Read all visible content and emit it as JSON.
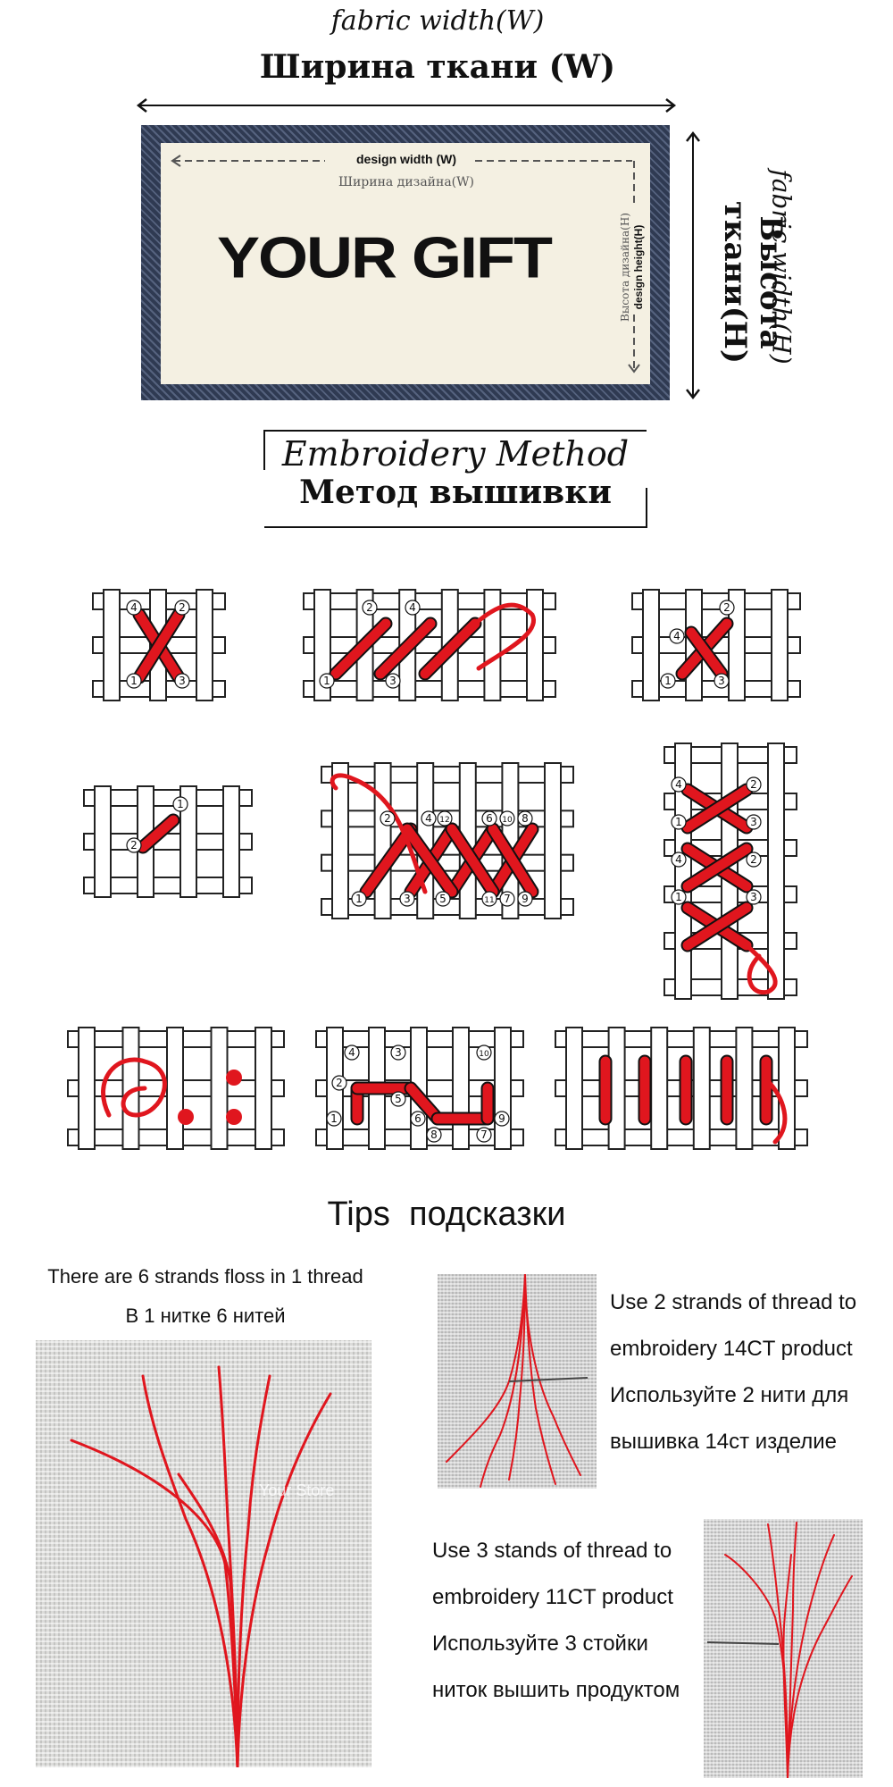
{
  "header": {
    "width_label_en": "fabric width(W)",
    "width_label_ru": "Ширина ткани (W)",
    "height_label_en": "fabric width(H)",
    "height_label_ru": "Высота ткани(H)"
  },
  "gift_card": {
    "design_width_en": "design width (W)",
    "design_width_ru": "Ширина дизайна(W)",
    "design_height_en": "design height(H)",
    "design_height_ru": "Высота дизайна(H)",
    "main_text": "YOUR GIFT"
  },
  "method": {
    "title_en": "Embroidery Method",
    "title_ru": "Метод вышивки"
  },
  "tips": {
    "title": "Tips  подсказки",
    "left_en": "There are 6 strands floss in 1 thread",
    "left_ru": "В 1 нитке 6 нитей",
    "right1": [
      "Use 2 strands of thread to",
      "embroidery 14CT product",
      "Используйте 2 нити для",
      "вышивка 14ст изделие"
    ],
    "right2": [
      "Use 3 stands of thread to",
      "embroidery 11CT product",
      "Используйте 3 стойки",
      "ниток вышить продуктом"
    ],
    "watermark": "Your Store"
  },
  "colors": {
    "thread": "#e0161e",
    "card_bg": "#f4f0e2",
    "denim": "#3a4660"
  },
  "diagrams": [
    {
      "labels": [
        "4",
        "2",
        "1",
        "3"
      ]
    },
    {
      "labels": [
        "2",
        "4",
        "1",
        "3"
      ]
    },
    {
      "labels": [
        "4",
        "2",
        "1",
        "3"
      ]
    },
    {
      "labels": [
        "1",
        "2"
      ]
    },
    {
      "labels": [
        "2",
        "4",
        "12",
        "6",
        "10",
        "8",
        "1",
        "3",
        "5",
        "11",
        "7",
        "9"
      ]
    },
    {
      "labels": [
        "4",
        "2",
        "1",
        "3",
        "4",
        "2",
        "1",
        "3"
      ]
    },
    {
      "labels": []
    },
    {
      "labels": [
        "4",
        "3",
        "10",
        "2",
        "5",
        "1",
        "6",
        "9",
        "8",
        "7"
      ]
    },
    {
      "labels": []
    }
  ]
}
